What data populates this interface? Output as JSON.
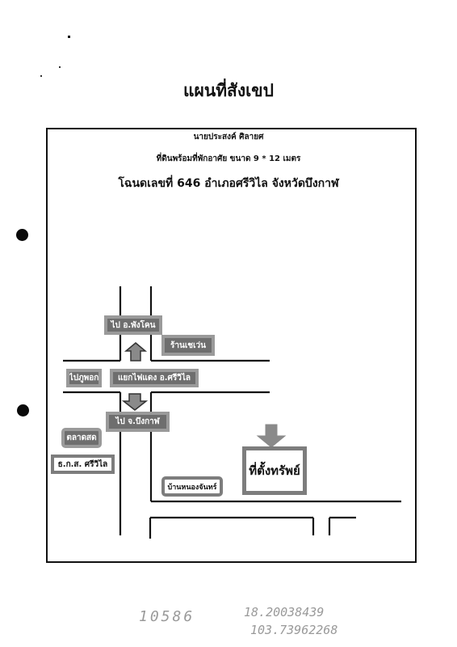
{
  "title": "แผนที่สังเขป",
  "owner_name": "นายประสงค์ ศิลายศ",
  "land_description": "ที่ดินพร้อมที่พักอาศัย  ขนาด  9 * 12 เมตร",
  "deed_info": "โฉนดเลขที่ 646  อำเภอศรีวิไล จังหวัดบึงกาฬ",
  "map_labels": {
    "to_phon_charoen": "ไป อ.พังโคน",
    "chaewan_shop": "ร้านเชเว่น",
    "to_phu_phok": "ไปภูพอก",
    "srivilai_intersection": "แยกไฟแดง อ.ศรีวิไล",
    "to_bueng_kan": "ไป จ.บึงกาฬ",
    "fresh_market": "ตลาดสด",
    "baac_srivilai": "ธ.ก.ส. ศรีวิไล",
    "ban_nong_chan": "บ้านหนองจันทร์",
    "property_location": "ที่ตั้งทรัพย์"
  },
  "handwritten": {
    "ref_number": "10586",
    "latitude": "18.20038439",
    "longitude": "103.73962268"
  },
  "colors": {
    "label_fill_dark": "#6e6e6e",
    "label_border": "#9a9a9a",
    "arrow_fill": "#8a8a8a"
  }
}
